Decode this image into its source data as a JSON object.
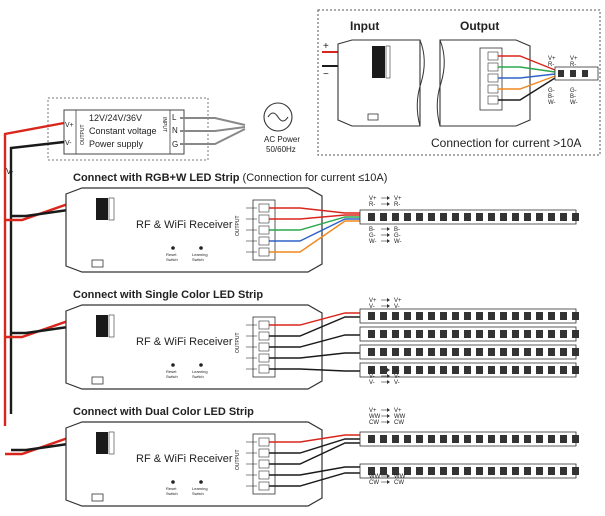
{
  "inset": {
    "input_label": "Input",
    "output_label": "Output",
    "caption": "Connection for current >10A",
    "plus": "+",
    "minus": "−",
    "strip_pins": [
      "V+",
      "R-",
      "G-",
      "B-",
      "W-"
    ]
  },
  "psu": {
    "lines": [
      "12V/24V/36V",
      "Constant voltage",
      "Power supply"
    ],
    "v_plus": "V+",
    "v_minus": "V-",
    "output_tag": "OUTPUT",
    "input_tag": "INPUT",
    "terminals": [
      "L",
      "N",
      "G"
    ]
  },
  "ac": {
    "line1": "AC Power",
    "line2": "50/60Hz"
  },
  "bus_label": "V-",
  "receiver": {
    "name": "RF & WiFi Receiver",
    "reset": [
      "Reset",
      "Switch"
    ],
    "learning": [
      "Learning",
      "Switch"
    ],
    "output_tag": "OUTPUT"
  },
  "sections": [
    {
      "title": "Connect with RGB+W LED Strip",
      "title_note": "(Connection for current ≤10A)",
      "pin_rows": [
        [
          "V+",
          "V+"
        ],
        [
          "R-",
          "R-"
        ],
        [
          "B-",
          "B-"
        ],
        [
          "G-",
          "G-"
        ],
        [
          "W-",
          "W-"
        ]
      ]
    },
    {
      "title": "Connect with Single Color LED Strip",
      "title_note": "",
      "pin_rows": [
        [
          "V+",
          "V+"
        ],
        [
          "V-",
          "V-"
        ],
        [
          "V-",
          "V-"
        ],
        [
          "V-",
          "V-"
        ],
        [
          "V-",
          "V-"
        ]
      ]
    },
    {
      "title": "Connect with Dual Color LED Strip",
      "title_note": "",
      "pin_rows": [
        [
          "V+",
          "V+"
        ],
        [
          "WW",
          "WW"
        ],
        [
          "CW",
          "CW"
        ],
        [
          "WW",
          "WW"
        ],
        [
          "CW",
          "CW"
        ]
      ]
    }
  ],
  "colors": {
    "red": "#d9261c",
    "green": "#2aa84a",
    "blue": "#2f63c9",
    "orange": "#f0881e",
    "black": "#1a1a1a",
    "grey": "#9a9a9a"
  }
}
